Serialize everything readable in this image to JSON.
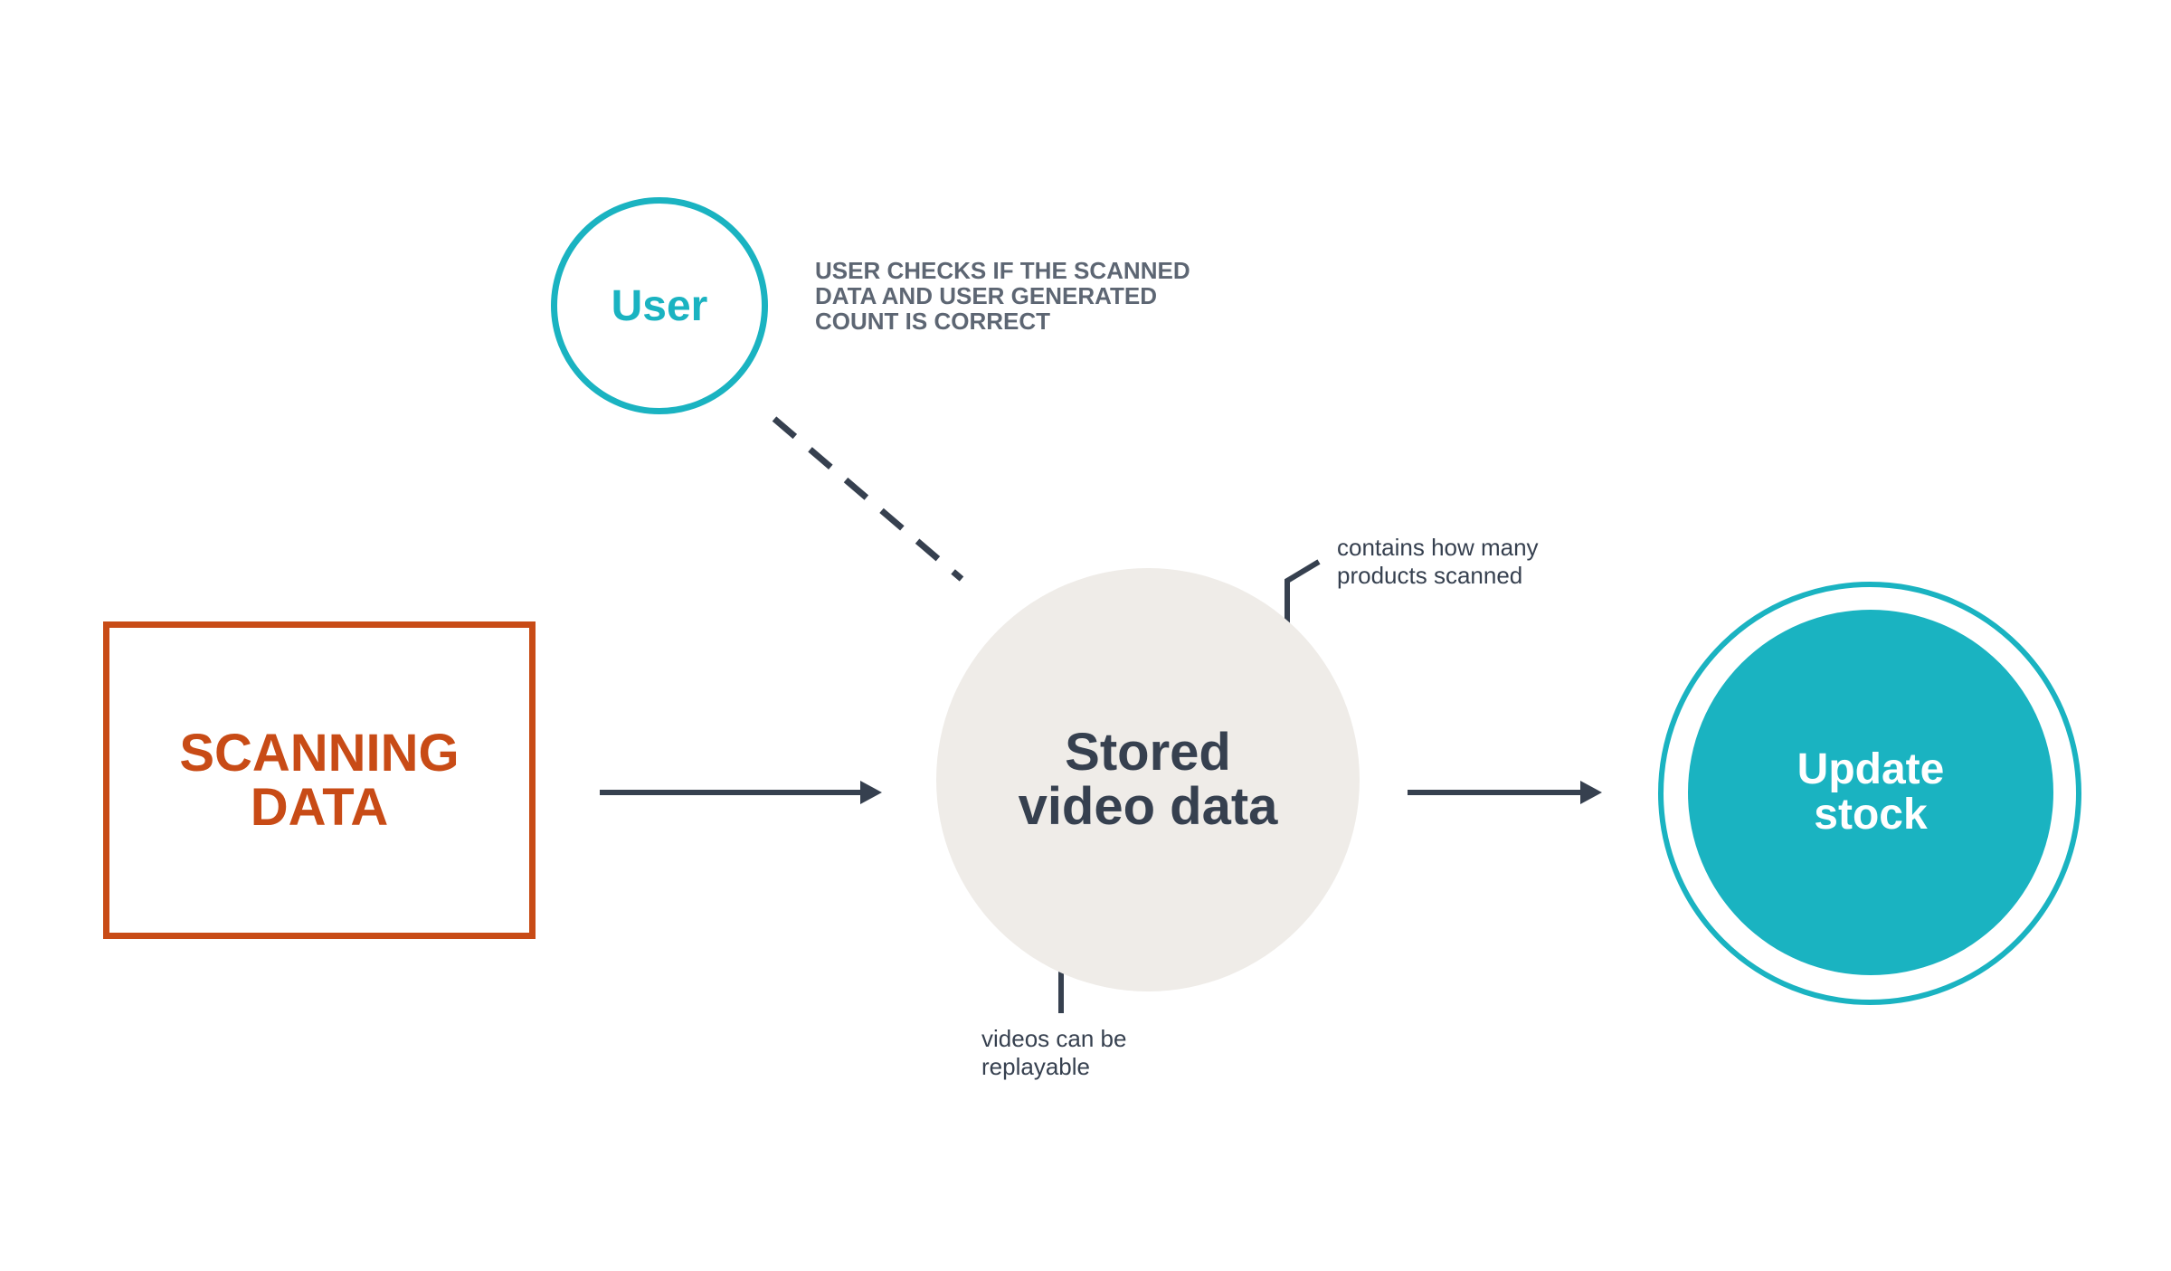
{
  "nodes": {
    "scanning": "SCANNING\nDATA",
    "user": "User",
    "stored": "Stored\nvideo data",
    "update": "Update\nstock"
  },
  "annotations": {
    "user_check": "USER CHECKS IF THE SCANNED\nDATA AND USER GENERATED\nCOUNT IS CORRECT",
    "contains": "contains how many\nproducts scanned",
    "videos": "videos can be\nreplayable"
  },
  "colors": {
    "orange": "#c84b16",
    "teal": "#1ab3c1",
    "dark": "#36404f",
    "stored_fill": "#efece8"
  }
}
